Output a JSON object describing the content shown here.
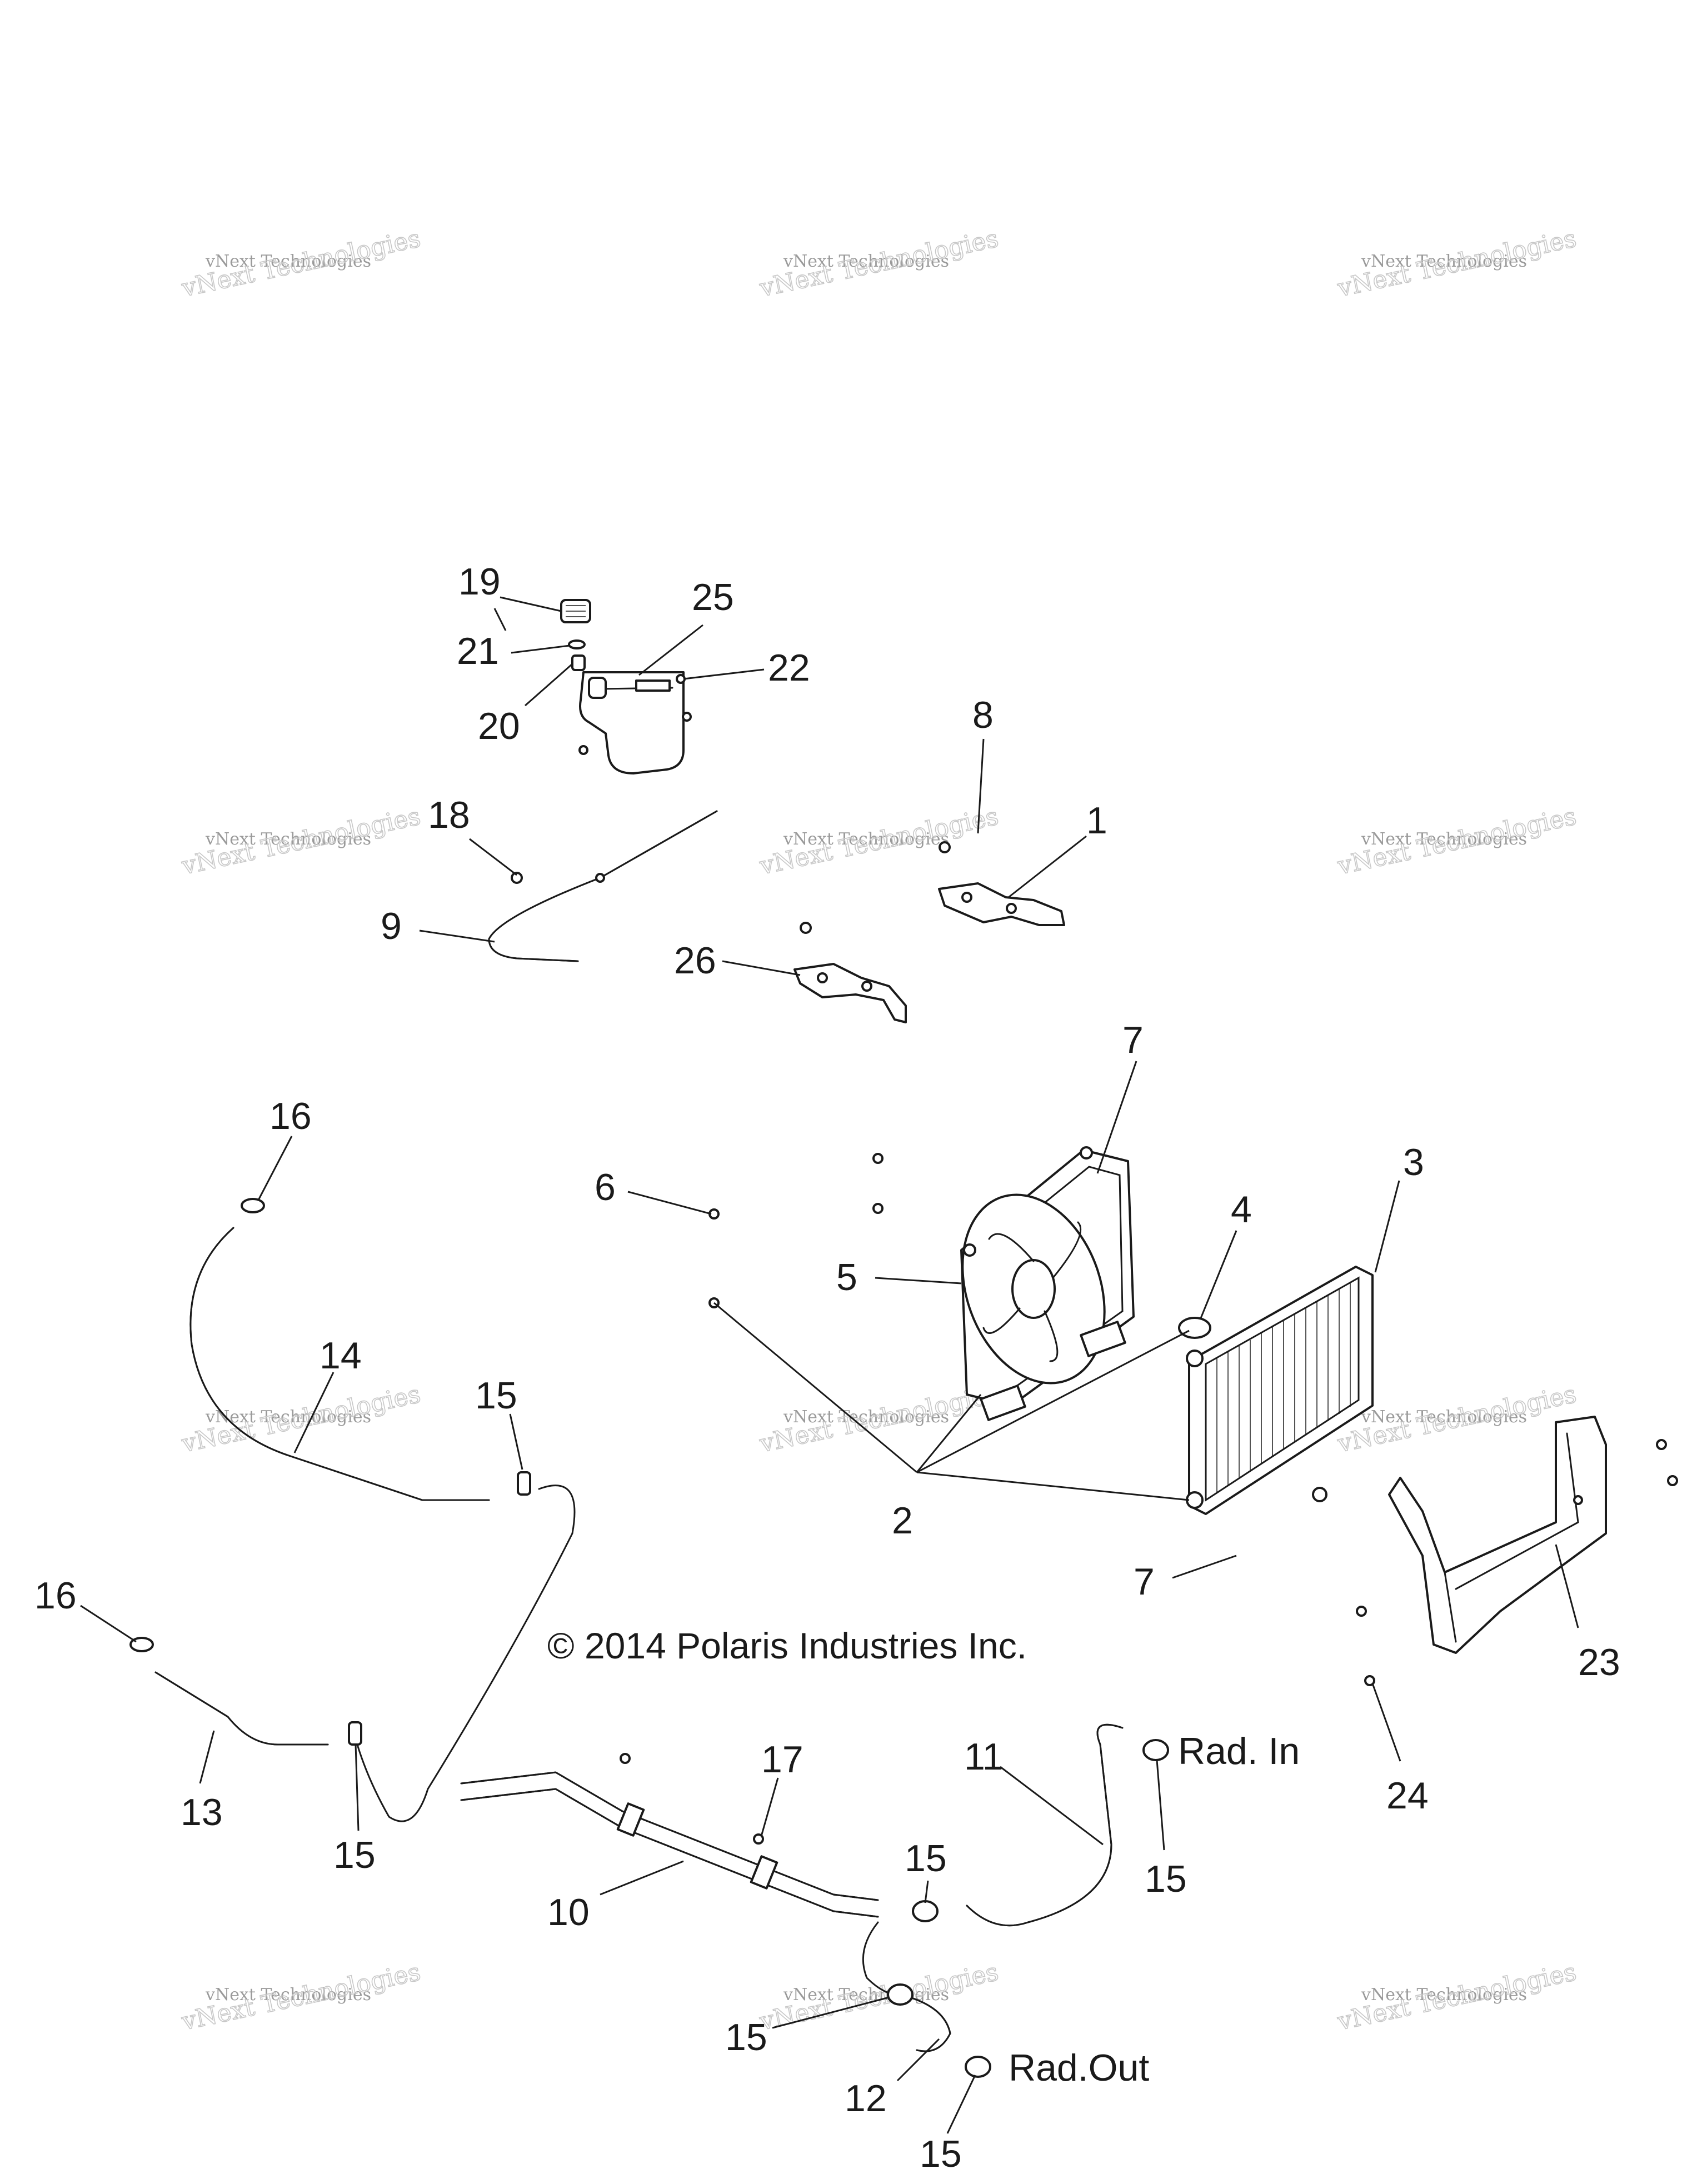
{
  "diagram": {
    "copyright": "© 2014 Polaris Industries Inc.",
    "hose_labels": {
      "rad_in": "Rad. In",
      "rad_out": "Rad.Out"
    },
    "watermark": {
      "line1": "vNext Technologies",
      "line2": "vNext Technologies"
    },
    "callouts": [
      "19",
      "25",
      "21",
      "22",
      "20",
      "8",
      "18",
      "1",
      "9",
      "26",
      "7",
      "16",
      "6",
      "3",
      "4",
      "5",
      "14",
      "15",
      "2",
      "7",
      "16",
      "13",
      "15",
      "17",
      "11",
      "15",
      "10",
      "15",
      "15",
      "12",
      "15",
      "23",
      "24"
    ]
  }
}
